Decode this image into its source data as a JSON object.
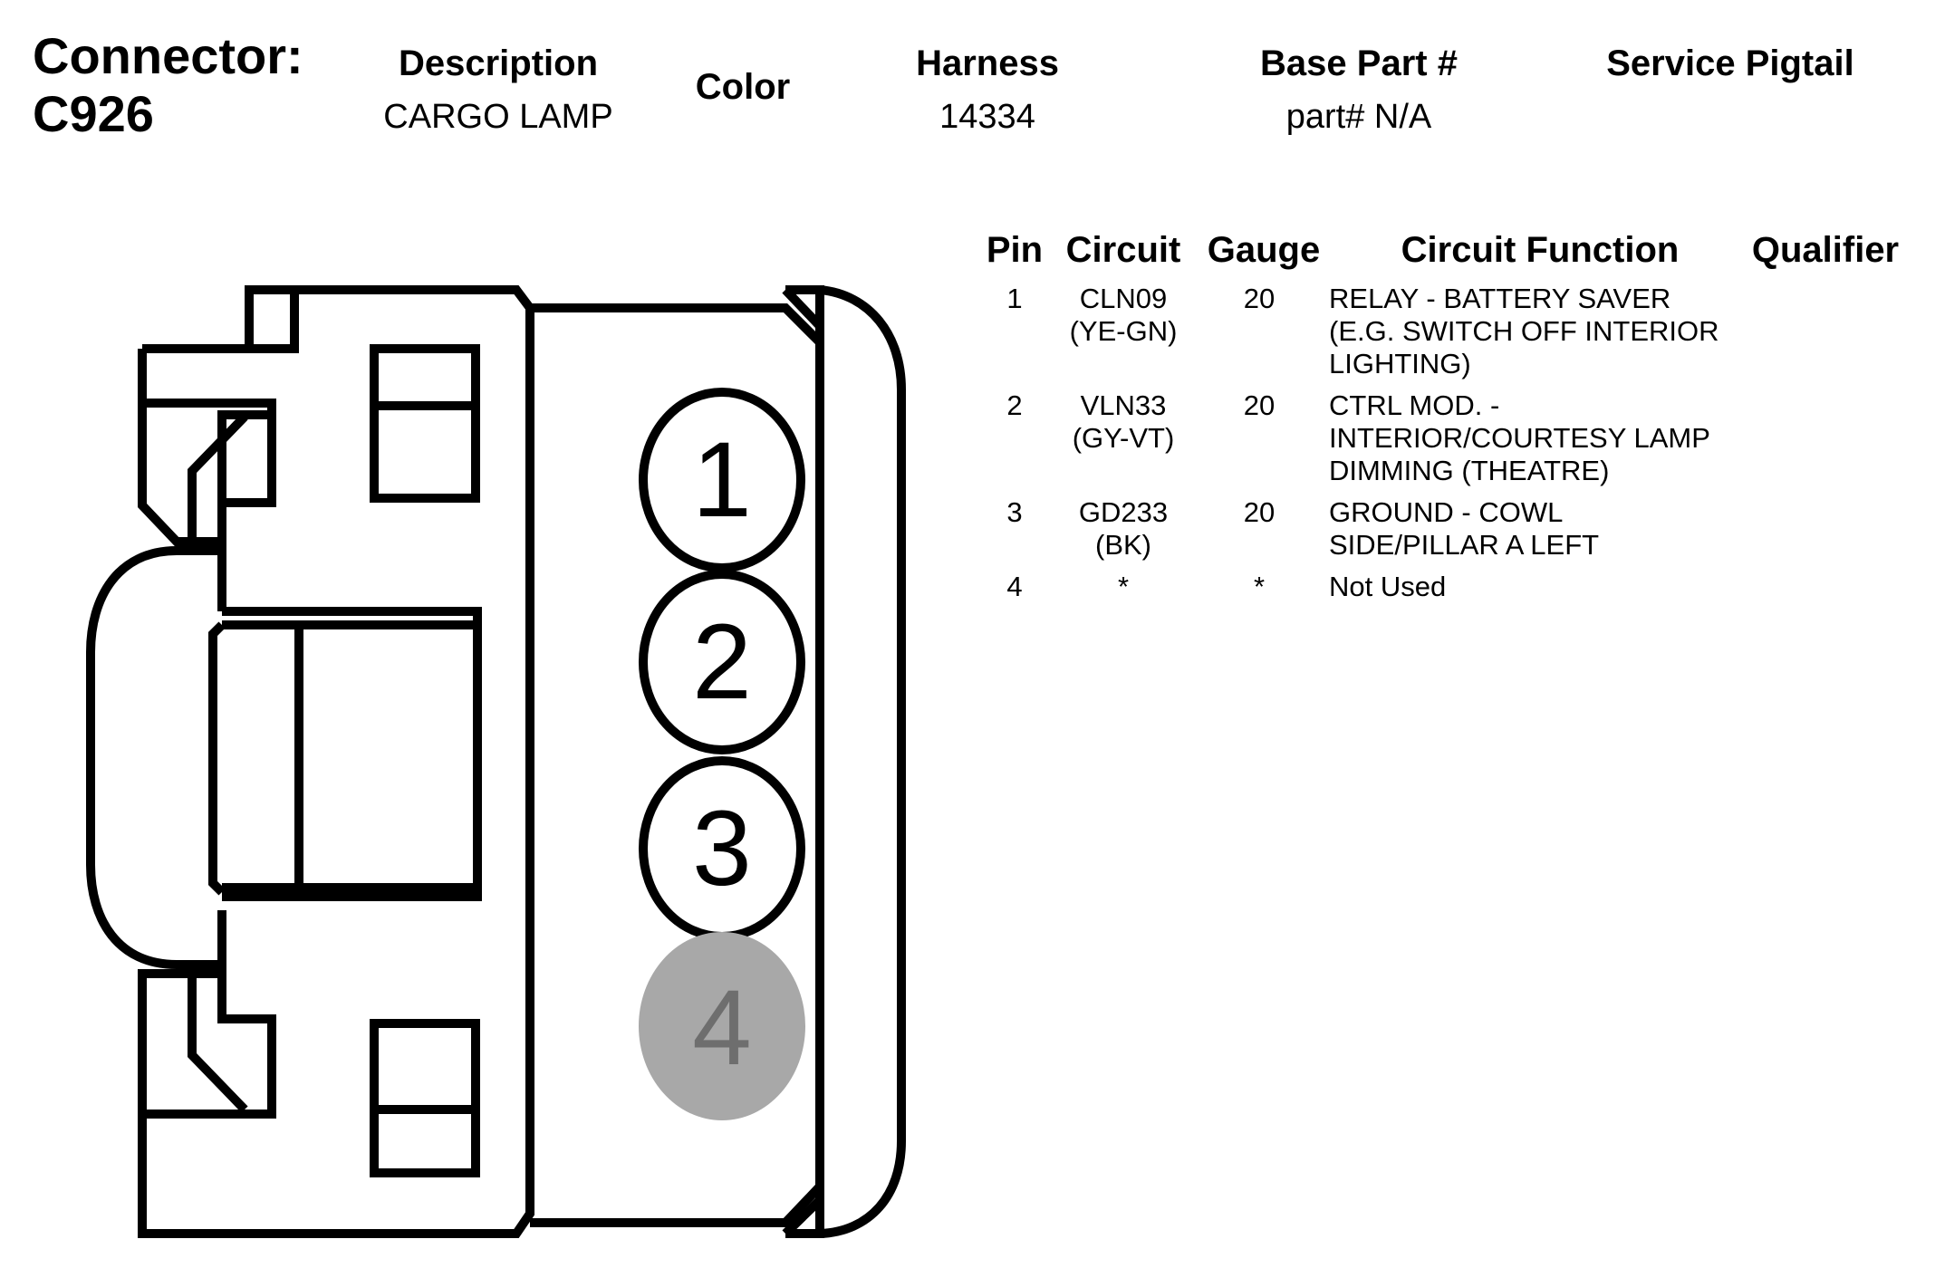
{
  "header": {
    "connector_label": "Connector:",
    "connector_id": "C926",
    "description_label": "Description",
    "description_value": "CARGO LAMP",
    "color_label": "Color",
    "harness_label": "Harness",
    "harness_value": "14334",
    "base_part_label": "Base Part #",
    "base_part_value": "part# N/A",
    "service_pigtail_label": "Service Pigtail"
  },
  "pin_table": {
    "columns": [
      "Pin",
      "Circuit",
      "Gauge",
      "Circuit Function",
      "Qualifier"
    ],
    "rows": [
      {
        "pin": "1",
        "circuit": [
          "CLN09",
          "(YE-GN)"
        ],
        "gauge": "20",
        "function": [
          "RELAY - BATTERY SAVER",
          "(E.G. SWITCH OFF INTERIOR",
          "LIGHTING)"
        ],
        "qualifier": ""
      },
      {
        "pin": "2",
        "circuit": [
          "VLN33",
          "(GY-VT)"
        ],
        "gauge": "20",
        "function": [
          "CTRL MOD. -",
          "INTERIOR/COURTESY LAMP",
          "DIMMING (THEATRE)"
        ],
        "qualifier": ""
      },
      {
        "pin": "3",
        "circuit": [
          "GD233",
          "(BK)"
        ],
        "gauge": "20",
        "function": [
          "GROUND - COWL",
          "SIDE/PILLAR A LEFT"
        ],
        "qualifier": ""
      },
      {
        "pin": "4",
        "circuit": [
          "*"
        ],
        "gauge": "*",
        "function": [
          "Not Used"
        ],
        "qualifier": ""
      }
    ]
  },
  "connector_diagram": {
    "pins": [
      {
        "label": "1",
        "used": true
      },
      {
        "label": "2",
        "used": true
      },
      {
        "label": "3",
        "used": true
      },
      {
        "label": "4",
        "used": false
      }
    ],
    "colors": {
      "outline": "#000000",
      "unused_pin_fill": "#a8a8a8",
      "unused_pin_text": "#6e6e6e"
    }
  }
}
